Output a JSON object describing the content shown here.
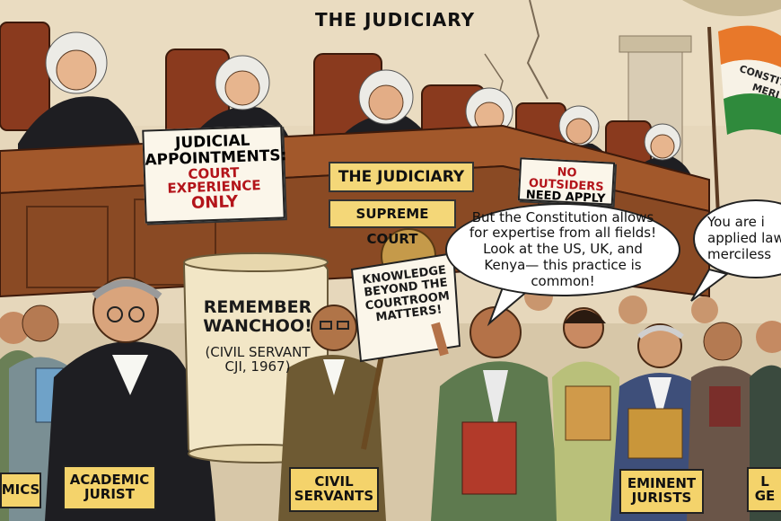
{
  "title": "THE JUDICIARY",
  "signs": {
    "appointments_line1": "JUDICIAL",
    "appointments_line2": "APPOINTMENTS:",
    "appointments_line3": "COURT EXPERIENCE",
    "appointments_line4": "ONLY",
    "outsiders_line1": "NO OUTSIDERS",
    "outsiders_line2": "NEED APPLY"
  },
  "bench_plates": {
    "judiciary": "THE JUDICIARY",
    "supreme_court": "SUPREME COURT"
  },
  "flag_text": {
    "line1": "CONSTITU",
    "line2": "MERI"
  },
  "scroll": {
    "line1": "REMEMBER",
    "line2": "WANCHOO!",
    "line3": "(CIVIL SERVANT",
    "line4": "CJI, 1967)"
  },
  "placard": {
    "line1": "KNOWLEDGE",
    "line2": "BEYOND THE",
    "line3": "COURTROOM",
    "line4": "MATTERS!"
  },
  "bubbles": {
    "main": "But the Constitution allows for expertise from all fields! Look at the US, UK, and Kenya— this practice is common!",
    "right": "You are i applied law merciless"
  },
  "labels": {
    "academics": "MICS",
    "academic_jurist_1": "ACADEMIC",
    "academic_jurist_2": "JURIST",
    "civil_servants_1": "CIVIL",
    "civil_servants_2": "SERVANTS",
    "eminent_jurists_1": "EMINENT",
    "eminent_jurists_2": "JURISTS",
    "legal_1": "L",
    "legal_2": "GE"
  },
  "colors": {
    "wood": "#8a4a24",
    "wood_dark": "#5a2d14",
    "wall": "#e6d7bb",
    "label_yellow": "#f4d36b",
    "robe": "#1e1e22",
    "flag_saffron": "#e8782a",
    "flag_green": "#2f8a3c",
    "sign_red": "#b3141a"
  }
}
